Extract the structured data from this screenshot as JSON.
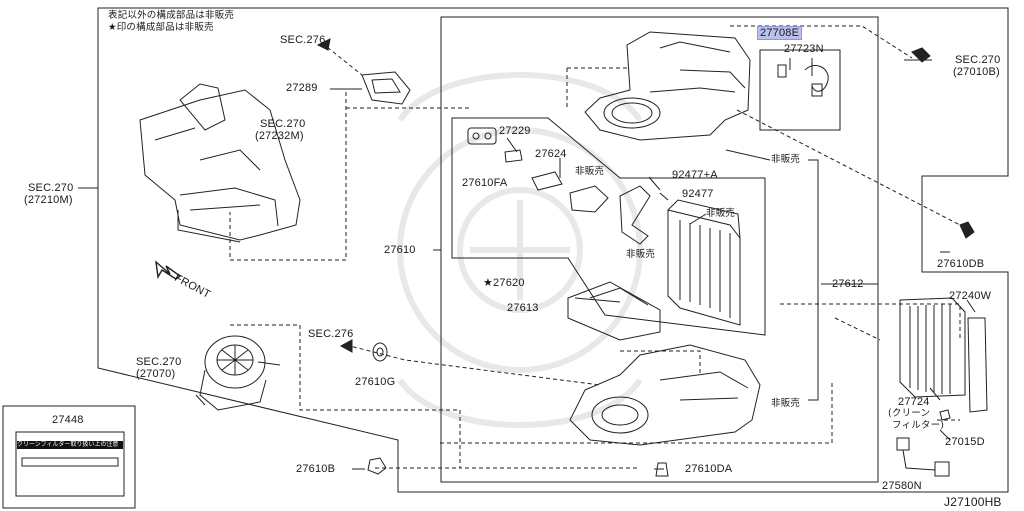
{
  "notes": {
    "line1": "表記以外の構成部品は非販売",
    "line2": "★印の構成部品は非販売"
  },
  "sec": {
    "sec270_left": "SEC.270",
    "sec270_left_code": "(27232M)",
    "sec270_outer": "SEC.270",
    "sec270_outer_code": "(27210M)",
    "sec276_top": "SEC.276",
    "sec276_mid": "SEC.276",
    "sec270_blower": "SEC.270",
    "sec270_blower_code": "(27070)",
    "sec270_right": "SEC.270",
    "sec270_right_code": "(27010B)"
  },
  "parts": {
    "p27289": "27289",
    "p27229": "27229",
    "p27624": "27624",
    "p27610FA": "27610FA",
    "p92477A": "92477+A",
    "p92477": "92477",
    "p27610": "27610",
    "p27620": "★27620",
    "p27613": "27613",
    "p27612": "27612",
    "p27708E": "27708E",
    "p27723N": "27723N",
    "p27610DB": "27610DB",
    "p27240W": "27240W",
    "p27724": "27724",
    "p27724_sub1": "(クリーン",
    "p27724_sub2": "フィルター)",
    "p27015D": "27015D",
    "p27580N": "27580N",
    "p27610G": "27610G",
    "p27610B": "27610B",
    "p27610DA": "27610DA",
    "p27448": "27448"
  },
  "hibanbai": {
    "a": "非販売",
    "b": "非販売",
    "c": "非販売",
    "d": "非販売",
    "e": "非販売"
  },
  "front_label": "FRONT",
  "label_card": {
    "bar_text": "クリーンフィルター取り扱い上の注意"
  },
  "diagram_code": "J27100HB",
  "colors": {
    "line": "#222222",
    "highlight": "#b9c0ec",
    "watermark": "#e6e6e6"
  }
}
